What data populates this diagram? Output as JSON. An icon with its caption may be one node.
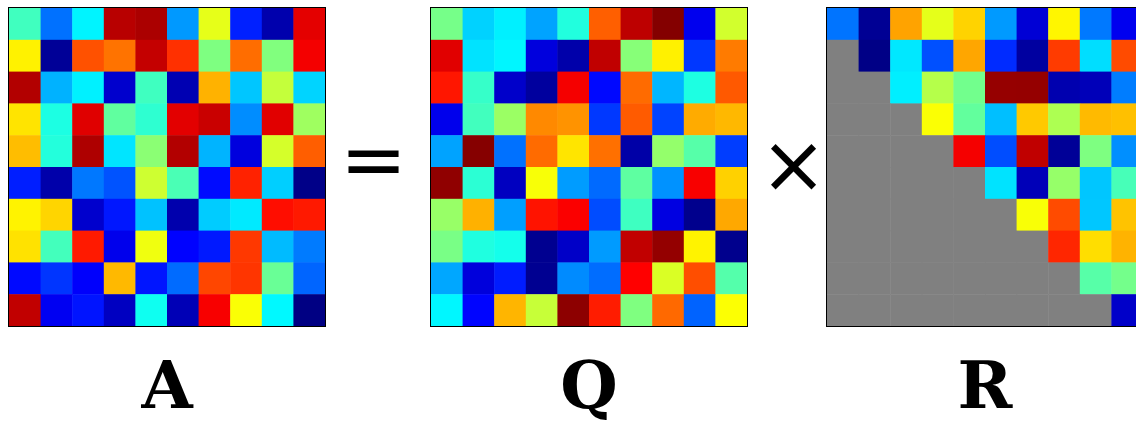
{
  "diagram": {
    "nodes": [
      {
        "text": [],
        "shape": "box",
        "beside": [
          "A"
        ]
      },
      {
        "text": [],
        "shape": "box",
        "beside": [
          "Q"
        ]
      },
      {
        "text": [],
        "shape": "box",
        "beside": [
          "R"
        ]
      }
    ],
    "labels": [
      "=",
      "×"
    ]
  }
}
